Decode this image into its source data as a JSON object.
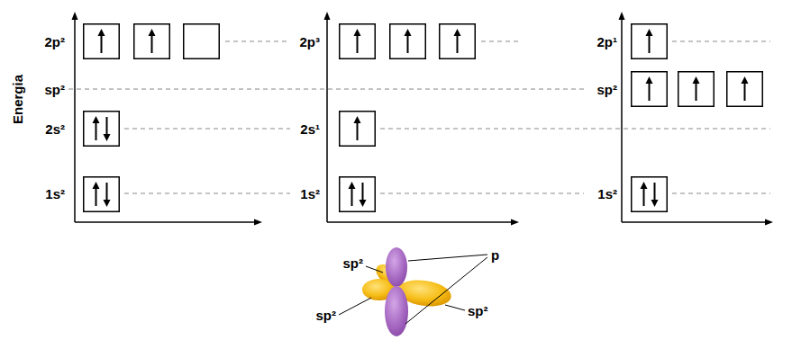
{
  "diagram": {
    "labels": [
      "Energia",
      "2p²",
      "sp²",
      "2s²",
      "1s²",
      "2p³",
      "2s¹",
      "1s²",
      "2p¹",
      "sp²",
      "1s²",
      "sp²",
      "sp²",
      "sp²",
      "p"
    ]
  }
}
